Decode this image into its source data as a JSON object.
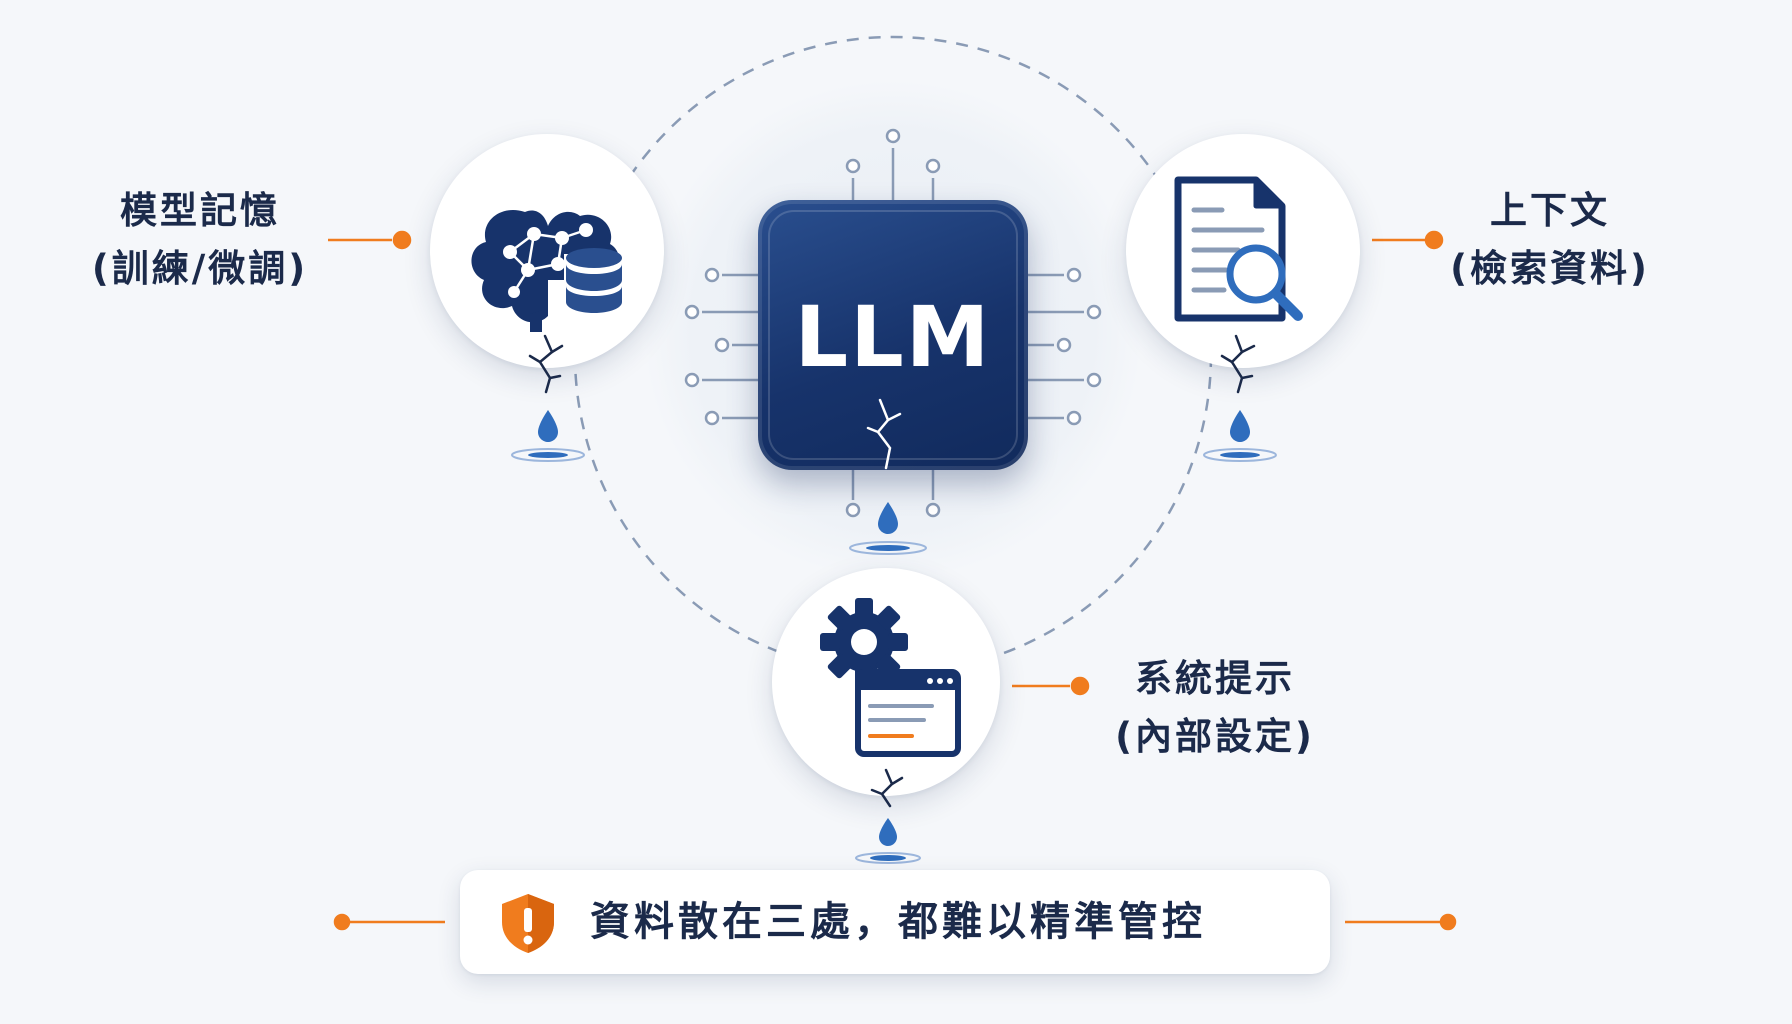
{
  "diagram": {
    "center": {
      "label": "LLM"
    },
    "nodes": [
      {
        "id": "model-memory",
        "icon": "brain-database-icon",
        "label_line1": "模型記憶",
        "label_line2": "(訓練/微調)"
      },
      {
        "id": "context",
        "icon": "document-search-icon",
        "label_line1": "上下文",
        "label_line2": "(檢索資料)"
      },
      {
        "id": "system-prompt",
        "icon": "gear-window-icon",
        "label_line1": "系統提示",
        "label_line2": "(內部設定)"
      }
    ],
    "warning": {
      "icon": "shield-warning-icon",
      "text": "資料散在三處，都難以精準管控"
    },
    "colors": {
      "navy": "#17336b",
      "accent_orange": "#f07c1e",
      "drop_blue": "#2f6dbd",
      "connector_gray": "#8a9bb5",
      "background": "#f5f7fa"
    }
  }
}
